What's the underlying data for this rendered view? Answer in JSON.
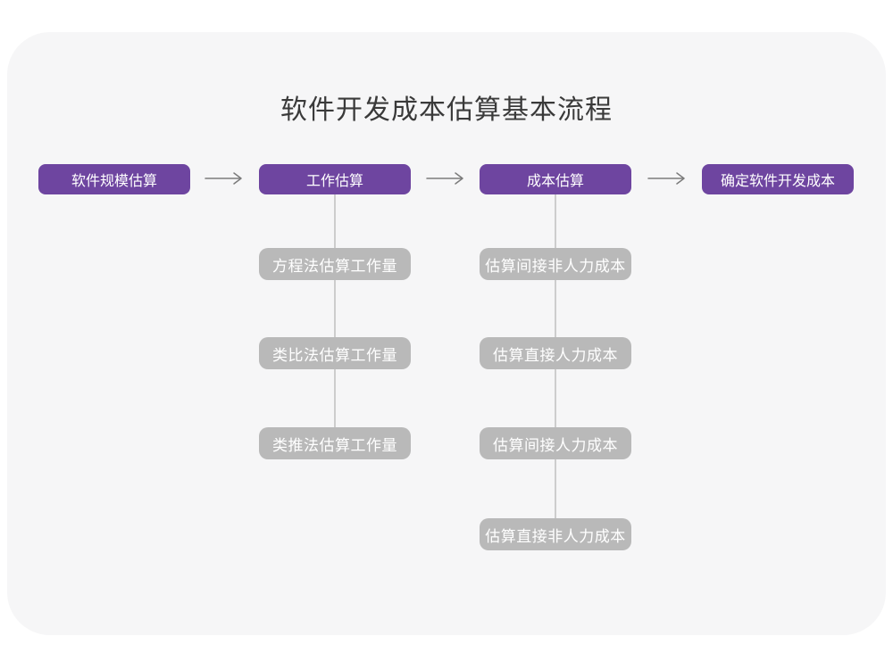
{
  "diagram": {
    "title": "软件开发成本估算基本流程",
    "main_flow": [
      {
        "label": "软件规模估算"
      },
      {
        "label": "工作估算"
      },
      {
        "label": "成本估算"
      },
      {
        "label": "确定软件开发成本"
      }
    ],
    "work_substeps": [
      {
        "label": "方程法估算工作量"
      },
      {
        "label": "类比法估算工作量"
      },
      {
        "label": "类推法估算工作量"
      }
    ],
    "cost_substeps": [
      {
        "label": "估算间接非人力成本"
      },
      {
        "label": "估算直接人力成本"
      },
      {
        "label": "估算间接人力成本"
      },
      {
        "label": "估算直接非人力成本"
      }
    ],
    "colors": {
      "main_node": "#6e45a0",
      "sub_node": "#b9b9b9",
      "node_text": "#ffffff",
      "connector": "#cdcdcd",
      "arrow": "#7b7b7b",
      "title_text": "#3a3a3a",
      "card_background": "#f6f6f7",
      "page_background": "#ffffff"
    }
  }
}
